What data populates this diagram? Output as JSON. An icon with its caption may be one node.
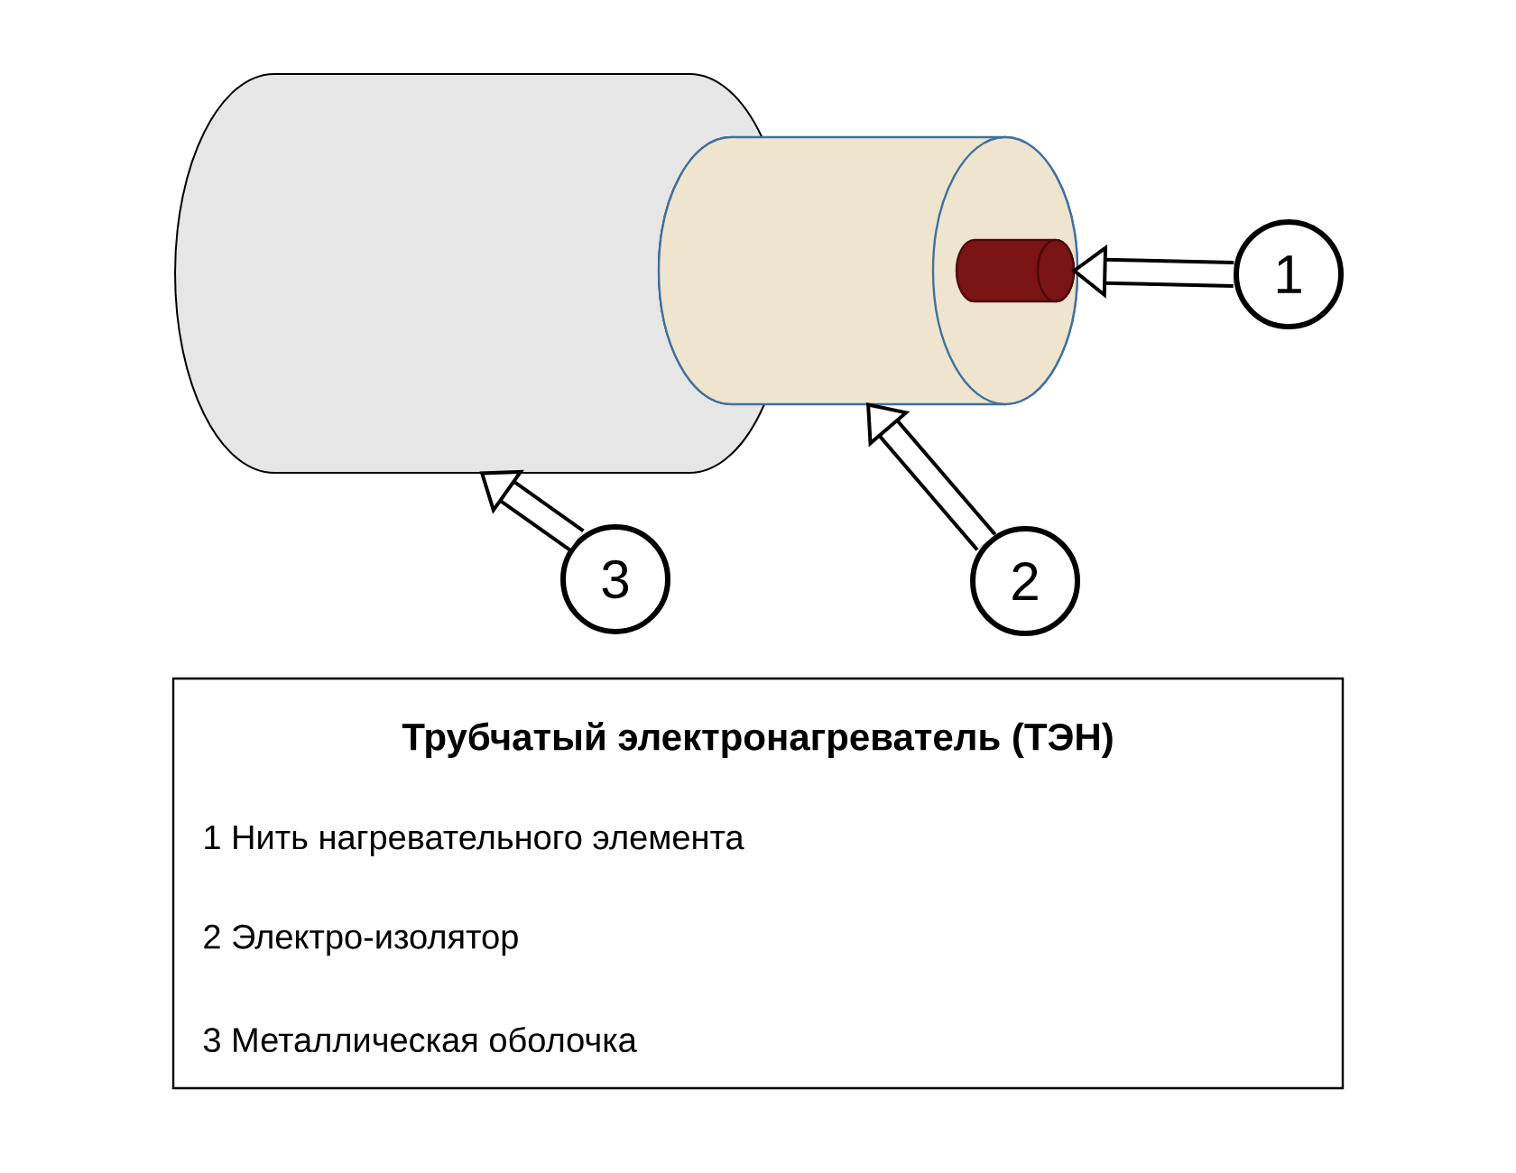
{
  "diagram": {
    "nodes": [
      {
        "text": [],
        "shape": "cylinder"
      },
      {
        "text": [],
        "shape": "cylinder"
      },
      {
        "text": [],
        "shape": "cylinder",
        "in": 1
      },
      {
        "text": [
          "1"
        ]
      },
      {
        "text": [
          "2"
        ]
      },
      {
        "text": [
          "3"
        ]
      },
      {
        "text": [
          "Трубчатый электронагреватель (ТЭН)",
          "1 Нить нагревательного элемента",
          "2 Электро-изолятор",
          "3 Металлическая оболочка"
        ]
      }
    ],
    "edges": [
      {
        "from": 3,
        "to": 2,
        "arrow": "to"
      },
      {
        "from": 4,
        "to": 1,
        "arrow": "to"
      },
      {
        "from": 5,
        "to": 0,
        "arrow": "to"
      }
    ]
  }
}
